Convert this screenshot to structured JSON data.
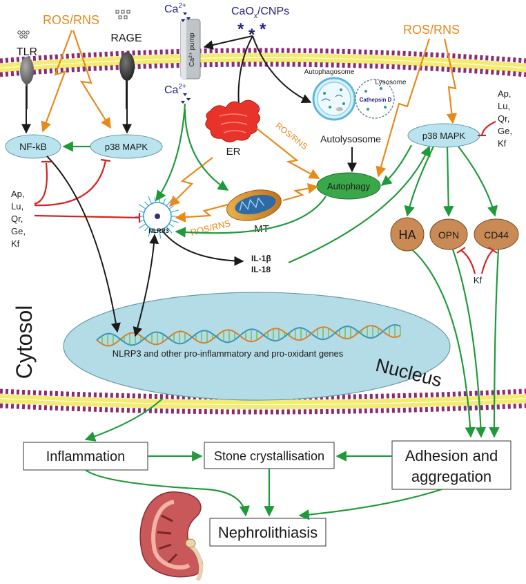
{
  "labels": {
    "ros_tl": "ROS/RNS",
    "ros_tr": "ROS/RNS",
    "ros_er": "ROS/RNS",
    "ros_mt": "ROS/RNS",
    "tlr": "TLR",
    "rage": "RAGE",
    "ca_top": "Ca",
    "ca_top_sup": "2+",
    "ca_pump": "Ca²⁺ pump",
    "ca_mid": "Ca",
    "ca_mid_sup": "2+",
    "caox_a": "CaO",
    "caox_sub": "x",
    "caox_b": "/CNPs",
    "autophagosome": "Autophagosome",
    "lysosome": "Lysosome",
    "cathepsin": "Cathepsin D",
    "er": "ER",
    "autolysosome": "Autolysosome",
    "autophagy": "Autophagy",
    "mt": "MT",
    "nlrp3": "NLRP3",
    "nfkb": "NF-kB",
    "p38_left": "p38 MAPK",
    "p38_right": "p38 MAPK",
    "il1b": "IL-1β",
    "il18": "IL-18",
    "ha": "HA",
    "opn": "OPN",
    "cd44": "CD44",
    "kf_small": "Kf",
    "cytosol": "Cytosol",
    "nucleus": "Nucleus",
    "genes": "NLRP3 and other pro-inflammatory and pro-oxidant genes",
    "inflammation": "Inflammation",
    "stone": "Stone crystallisation",
    "adhesion_1": "Adhesion and",
    "adhesion_2": "aggregation",
    "nephro": "Nephrolithiasis"
  },
  "inhibitors_left": [
    "Ap,",
    "Lu,",
    "Qr,",
    "Ge,",
    "Kf"
  ],
  "inhibitors_right": [
    "Ap,",
    "Lu,",
    "Qr,",
    "Ge,",
    "Kf"
  ],
  "colors": {
    "ros_orange": "#e8891c",
    "activation_green": "#1f9a3a",
    "inhibition_red": "#d62020",
    "membrane_purple": "#8b2a78",
    "membrane_yellow": "#f2ec73",
    "node_lightblue": "#b9e3ee",
    "node_brown": "#c98a55",
    "autophagy_green": "#3aa84a",
    "nucleus_blue": "#b3dce6",
    "er_red": "#e8332a",
    "navy_text": "#1f1f86"
  }
}
